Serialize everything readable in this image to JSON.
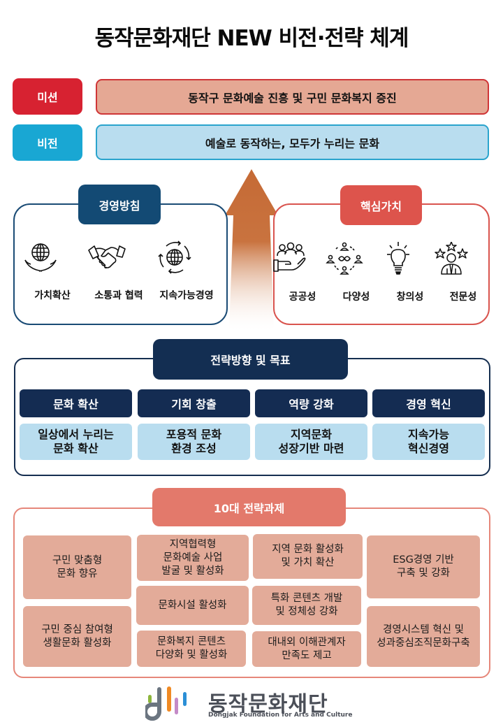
{
  "title": "동작문화재단 NEW 비전·전략 체계",
  "mission": {
    "label": "미션",
    "text": "동작구 문화예술 진흥 및 구민 문화복지 증진"
  },
  "vision": {
    "label": "비전",
    "text": "예술로 동작하는, 모두가 누리는 문화"
  },
  "management_policy": {
    "title": "경영방침",
    "items": [
      {
        "icon": "globe-hands-icon",
        "label": "가치확산"
      },
      {
        "icon": "handshake-icon",
        "label": "소통과 협력"
      },
      {
        "icon": "globe-cycle-icon",
        "label": "지속가능경영"
      }
    ]
  },
  "core_values": {
    "title": "핵심가치",
    "items": [
      {
        "icon": "people-hand-icon",
        "label": "공공성"
      },
      {
        "icon": "diversity-network-icon",
        "label": "다양성"
      },
      {
        "icon": "lightbulb-icon",
        "label": "창의성"
      },
      {
        "icon": "expert-stars-icon",
        "label": "전문성"
      }
    ]
  },
  "strategy": {
    "title": "전략방향 및 목표",
    "directions": [
      {
        "head": "문화 확산",
        "goal_line1": "일상에서 누리는",
        "goal_line2": "문화 확산"
      },
      {
        "head": "기회 창출",
        "goal_line1": "포용적 문화",
        "goal_line2": "환경 조성"
      },
      {
        "head": "역량 강화",
        "goal_line1": "지역문화",
        "goal_line2": "성장기반 마련"
      },
      {
        "head": "경영 혁신",
        "goal_line1": "지속가능",
        "goal_line2": "혁신경영"
      }
    ]
  },
  "tasks": {
    "title": "10대 전략과제",
    "items": [
      {
        "lines": [
          "구민 맞춤형",
          "문화 향유"
        ]
      },
      {
        "lines": [
          "구민 중심 참여형",
          "생활문화 활성화"
        ]
      },
      {
        "lines": [
          "지역협력형",
          "문화예술 사업",
          "발굴 및 활성화"
        ]
      },
      {
        "lines": [
          "문화시설  활성화"
        ]
      },
      {
        "lines": [
          "문화복지 콘텐츠",
          "다양화 및 활성화"
        ]
      },
      {
        "lines": [
          "지역 문화 활성화",
          "및 가치 확산"
        ]
      },
      {
        "lines": [
          "특화 콘텐츠 개발",
          "및 정체성 강화"
        ]
      },
      {
        "lines": [
          "대내외 이해관계자",
          "만족도 제고"
        ]
      },
      {
        "lines": [
          "ESG경영 기반",
          "구축 및 강화"
        ]
      },
      {
        "lines": [
          "경영시스템  혁신  및",
          "성과중심조직문화구축"
        ]
      }
    ]
  },
  "footer": {
    "logo_ko": "동작문화재단",
    "logo_en": "Dongjak Foundation for Arts and Culture"
  },
  "colors": {
    "mission_red": "#d72231",
    "vision_blue": "#19a7d3",
    "navy": "#142c52",
    "policy_blue": "#134a74",
    "core_red": "#dd544c",
    "task_salmon": "#e3796b",
    "task_box": "#e3ab99",
    "goal_lightblue": "#b9ddef",
    "arrow_brown": "#c56a35"
  }
}
